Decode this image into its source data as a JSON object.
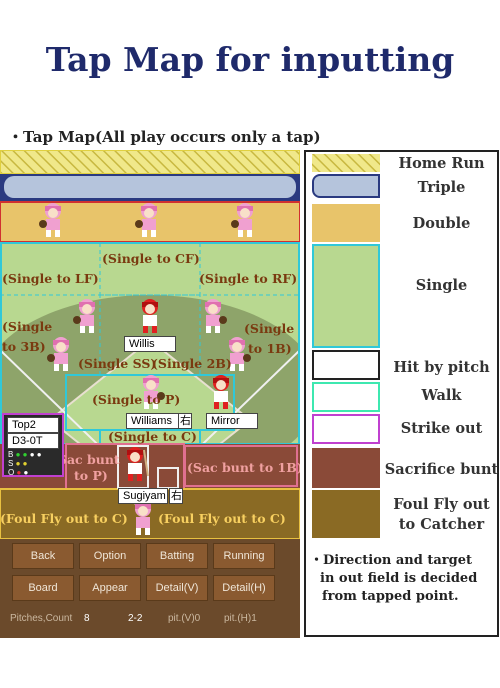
{
  "title": "Tap Map for inputting",
  "subtitle": "・Tap Map(All play occurs only a tap)",
  "zones": {
    "single_cf": "(Single to CF)",
    "single_lf": "(Single to LF)",
    "single_rf": "(Single to RF)",
    "single_3b_a": "(Single",
    "single_3b_b": "to 3B)",
    "single_1b_a": "(Single",
    "single_1b_b": "to 1B)",
    "single_ss": "(Single SS)",
    "single_2b": "(Single 2B)",
    "single_p": "(Single to P)",
    "single_c": "(Single to C)",
    "sac_p_a": "(Sac bunt",
    "sac_p_b": "to P)",
    "sac_1b": "(Sac bunt to 1B)",
    "foul_left": "(Foul Fly out to C)",
    "foul_right": "(Foul Fly out to C)"
  },
  "names": {
    "willis": "Willis",
    "williams": "Williams",
    "williams_hand": "右",
    "mirror": "Mirror",
    "sugiyama": "Sugiyam",
    "sugiyama_hand": "右"
  },
  "scoreboard": {
    "inning": "Top2",
    "score": "D3-0T",
    "b": "B",
    "s": "S",
    "o": "O"
  },
  "buttons": {
    "back": "Back",
    "option": "Option",
    "batting": "Batting",
    "running": "Running",
    "board": "Board",
    "appear": "Appear",
    "detail_v": "Detail(V)",
    "detail_h": "Detail(H)"
  },
  "status": {
    "pitches_label": "Pitches,Count",
    "pitches_value": "8",
    "count": "2-2",
    "pit_v": "pit.(V)0",
    "pit_h": "pit.(H)1"
  },
  "legend": {
    "home_run": "Home Run",
    "triple": "Triple",
    "double": "Double",
    "single": "Single",
    "hit_by_pitch": "Hit by pitch",
    "walk": "Walk",
    "strike_out": "Strike out",
    "sac_bunt": "Sacrifice bunt",
    "foul_fly_a": "Foul Fly out",
    "foul_fly_b": "to Catcher",
    "note_1": "・Direction and target",
    "note_2": "in out field is decided",
    "note_3": "from tapped point."
  },
  "colors": {
    "home_run": "#e8e85a",
    "triple": "#b5c4dc",
    "double": "#e8c46a",
    "single": "#b8d890",
    "hit_by_pitch": "#222222",
    "walk": "#3ee8b0",
    "strike_out": "#c040d0",
    "sac_bunt": "#8a4a38",
    "foul": "#8a6a24",
    "zone_border": "#30c8d8"
  },
  "icons": [
    "player-pink-icon",
    "player-red-icon",
    "home-plate-icon",
    "hatch-pattern-icon"
  ]
}
